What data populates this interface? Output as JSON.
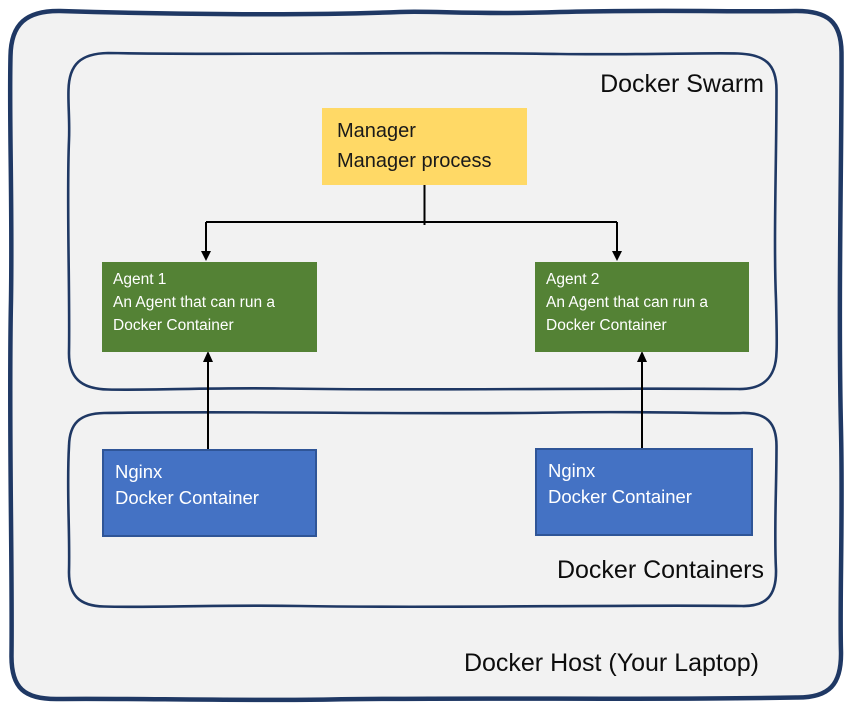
{
  "diagram": {
    "host_label": "Docker Host (Your Laptop)",
    "swarm": {
      "label": "Docker Swarm",
      "manager": {
        "title": "Manager",
        "subtitle": "Manager process"
      },
      "agents": [
        {
          "title": "Agent 1",
          "description": "An Agent that can run a Docker Container"
        },
        {
          "title": "Agent 2",
          "description": "An Agent that can run a Docker Container"
        }
      ]
    },
    "containers": {
      "label": "Docker Containers",
      "items": [
        {
          "title": "Nginx",
          "subtitle": "Docker Container"
        },
        {
          "title": "Nginx",
          "subtitle": "Docker Container"
        }
      ]
    }
  },
  "colors": {
    "navy_border": "#1F3864",
    "canvas_fill": "#F2F2F2",
    "manager_fill": "#FFD966",
    "agent_fill": "#548235",
    "container_fill": "#4472C4",
    "container_border": "#2F5597",
    "connector": "#000000",
    "label_text": "#0D0D0D",
    "box_text_light": "#FFFFFF"
  }
}
